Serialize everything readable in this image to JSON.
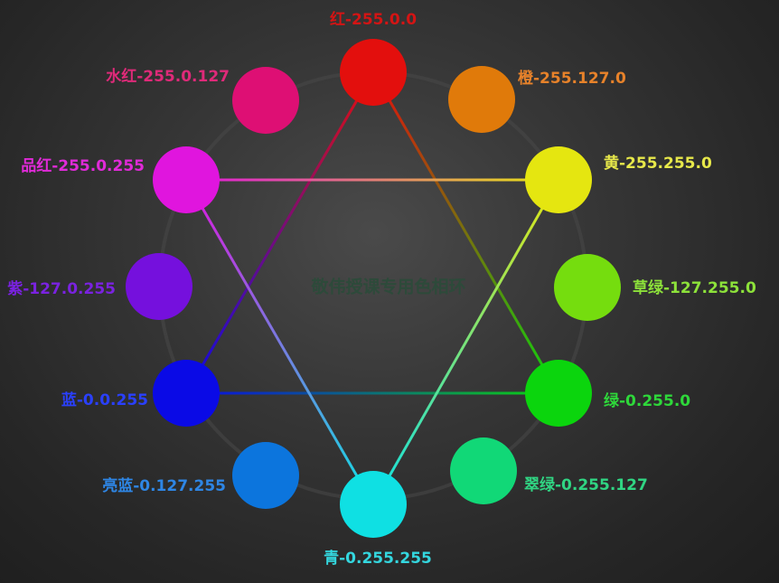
{
  "center_title": "敬伟授课专用色相环",
  "swatches": [
    {
      "key": "red",
      "label": "红-255.0.0",
      "color": "#e30f0d",
      "label_color": "#d41414"
    },
    {
      "key": "orange",
      "label": "橙-255.127.0",
      "color": "#e07a0a",
      "label_color": "#e7822a"
    },
    {
      "key": "yellow",
      "label": "黄-255.255.0",
      "color": "#e5e610",
      "label_color": "#e7e84a"
    },
    {
      "key": "yellowgreen",
      "label": "草绿-127.255.0",
      "color": "#75dd0e",
      "label_color": "#8de23a"
    },
    {
      "key": "green",
      "label": "绿-0.255.0",
      "color": "#0bd50d",
      "label_color": "#2ed83a"
    },
    {
      "key": "springgreen",
      "label": "翠绿-0.255.127",
      "color": "#11d877",
      "label_color": "#30d583"
    },
    {
      "key": "cyan",
      "label": "青-0.255.255",
      "color": "#0fe0e3",
      "label_color": "#34d7df"
    },
    {
      "key": "azure",
      "label": "亮蓝-0.127.255",
      "color": "#0c75dd",
      "label_color": "#2e86e5"
    },
    {
      "key": "blue",
      "label": "蓝-0.0.255",
      "color": "#0a0ae6",
      "label_color": "#2a40ff"
    },
    {
      "key": "violet",
      "label": "紫-127.0.255",
      "color": "#7510dd",
      "label_color": "#7a22e0"
    },
    {
      "key": "magenta",
      "label": "品红-255.0.255",
      "color": "#e015de",
      "label_color": "#e02ad8"
    },
    {
      "key": "rose",
      "label": "水红-255.0.127",
      "color": "#de0f74",
      "label_color": "#df2a79"
    }
  ]
}
